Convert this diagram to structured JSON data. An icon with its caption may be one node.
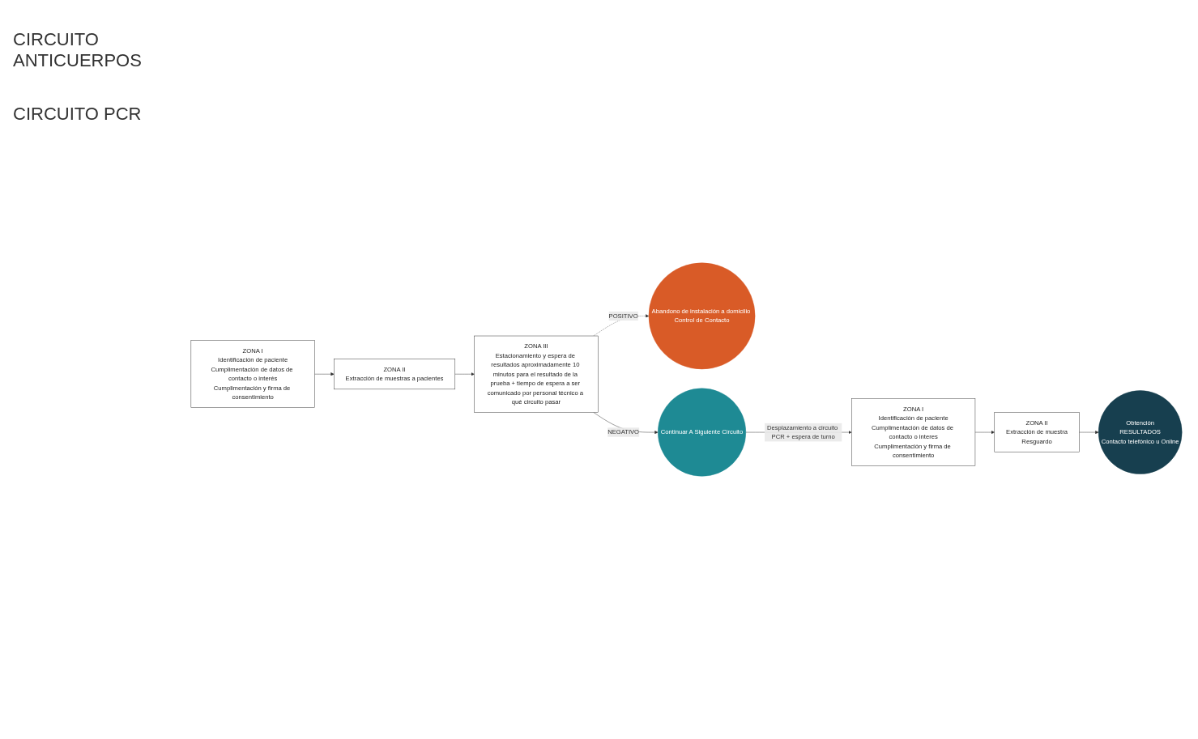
{
  "diagram": {
    "nodes": [
      {
        "text": [
          "ZONA I",
          "Identificación de paciente",
          "Cumplimentación de datos de contacto o interés",
          "Cumplimentación y firma de consentimiento"
        ]
      },
      {
        "text": [
          "ZONA II",
          "Extracción de muestras a pacientes"
        ]
      },
      {
        "text": [
          "ZONA III",
          "Estacionamiento y espera de resultados aproximadamente 10 minutos para el resultado de la prueba + tiempo de espera a ser comunicado por personal técnico a qué circuito pasar"
        ]
      },
      {
        "text": [
          "Abandono de instalación a domicilio Control de Contacto"
        ]
      },
      {
        "text": [
          "Continuar A Siguiente Circuito"
        ]
      },
      {
        "text": [
          "ZONA I",
          "Identificación de paciente",
          "Cumplimentación de datos de contacto o interes",
          "Cumplimentación y firma de consentimiento"
        ]
      },
      {
        "text": [
          "ZONA II",
          "Extracción de muestra",
          "Resguardo"
        ]
      },
      {
        "text": [
          "Obtención",
          "RESULTADOS",
          "Contacto telefónico u Online"
        ]
      }
    ],
    "edges": [
      {
        "from": 0,
        "to": 1,
        "arrow": "to"
      },
      {
        "from": 1,
        "to": 2,
        "arrow": "to"
      },
      {
        "from": 2,
        "to": 3,
        "arrow": "to",
        "label": "POSITIVO",
        "style": "dashed"
      },
      {
        "from": 2,
        "to": 4,
        "arrow": "to",
        "label": "NEGATIVO"
      },
      {
        "from": 4,
        "to": 5,
        "arrow": "to",
        "label": "Desplazamiento a circuito PCR + espera de turno"
      },
      {
        "from": 5,
        "to": 6,
        "arrow": "to"
      },
      {
        "from": 6,
        "to": 7,
        "arrow": "to"
      }
    ],
    "labels": [
      "CIRCUITO ANTICUERPOS",
      "CIRCUITO PCR"
    ]
  }
}
